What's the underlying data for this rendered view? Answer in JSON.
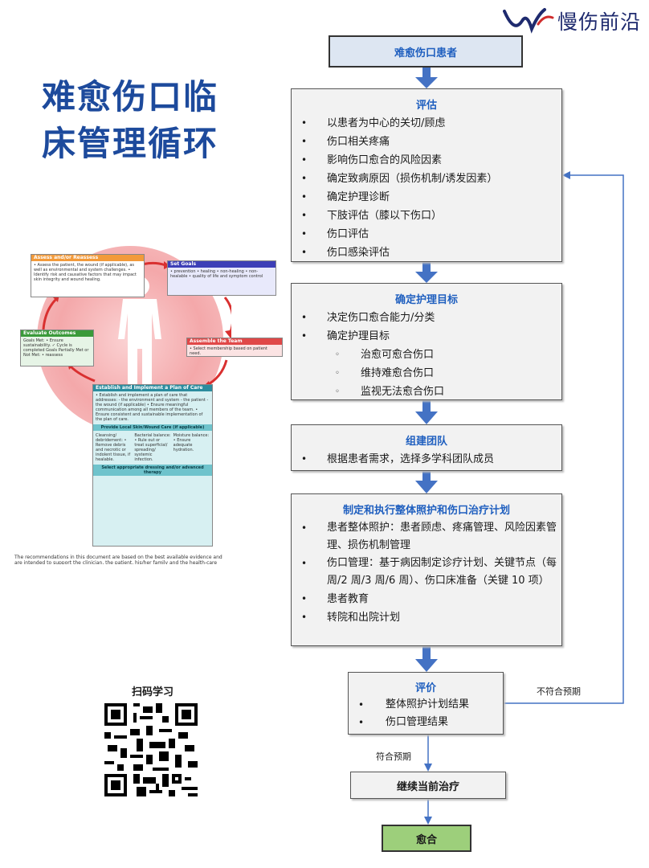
{
  "brand": {
    "name": "慢伤前沿"
  },
  "title": {
    "line1": "难愈伤口临",
    "line2": "床管理循环"
  },
  "figure": {
    "b1_title": "Assess and/or Reassess",
    "b1_text": "• Assess the patient, the wound (if applicable), as well as environmental and system challenges. • Identify risk and causative factors that may impact skin integrity and wound healing.",
    "b2_title": "Set Goals",
    "b2_text": "• prevention  • healing • non-healing • non-healable  • quality of life and symptom control",
    "b3_title": "Assemble the Team",
    "b3_text": "• Select membership based on patient need.",
    "b4_title": "Evaluate Outcomes",
    "b4_text": "Goals Met: • Ensure sustainability. ✓ Cycle is completed   Goals Partially Met or Not Met: • reassess",
    "b5_title": "Establish and Implement a Plan of Care",
    "b5_text": "• Establish and implement a plan of care that addresses: - the environment and system - the patient - the wound (if applicable) • Ensure meaningful communication among all members of the team. • Ensure consistent and sustainable implementation of the plan of care.",
    "b5_sub": "Provide Local Skin/Wound Care (if applicable)",
    "b5_c1": "Cleansing/ debridement: • Remove debris and necrotic or indolent tissue, if healable.",
    "b5_c2": "Bacterial balance: • Rule out or treat superficial/ spreading/ systemic infection.",
    "b5_c3": "Moisture balance: • Ensure adequate hydration.",
    "b5_foot": "Select appropriate dressing and/or advanced therapy",
    "footnote": "The recommendations in this document are based on the best available evidence and are intended to support the clinician, the patient, his/her family and the health-care"
  },
  "qr": {
    "label": "扫码学习"
  },
  "flow": {
    "start": "难愈伤口患者",
    "assess": {
      "title": "评估",
      "items": [
        "以患者为中心的关切/顾虑",
        "伤口相关疼痛",
        "影响伤口愈合的风险因素",
        "确定致病原因（损伤机制/诱发因素）",
        "确定护理诊断",
        "下肢评估（膝以下伤口）",
        "伤口评估",
        "伤口感染评估"
      ]
    },
    "goals": {
      "title": "确定护理目标",
      "items": [
        "决定伤口愈合能力/分类",
        "确定护理目标"
      ],
      "subitems": [
        "治愈可愈合伤口",
        "维持难愈合伤口",
        "监视无法愈合伤口"
      ]
    },
    "team": {
      "title": "组建团队",
      "items": [
        "根据患者需求，选择多学科团队成员"
      ]
    },
    "plan": {
      "title": "制定和执行整体照护和伤口治疗计划",
      "items": [
        "患者整体照护：患者顾虑、疼痛管理、风险因素管理、损伤机制管理",
        "伤口管理：基于病因制定诊疗计划、关键节点（每周/2 周/3 周/6 周）、伤口床准备（关键 10 项）",
        "患者教育",
        "转院和出院计划"
      ]
    },
    "evaluate": {
      "title": "评价",
      "items": [
        "整体照护计划结果",
        "伤口管理结果"
      ]
    },
    "continue": "继续当前治疗",
    "healed": "愈合",
    "label_not_met": "不符合预期",
    "label_met": "符合预期"
  },
  "colors": {
    "title_blue": "#1d4a9c",
    "node_head": "#1f5fbf",
    "arrow": "#4472c4",
    "healed": "#9dcf7b"
  }
}
